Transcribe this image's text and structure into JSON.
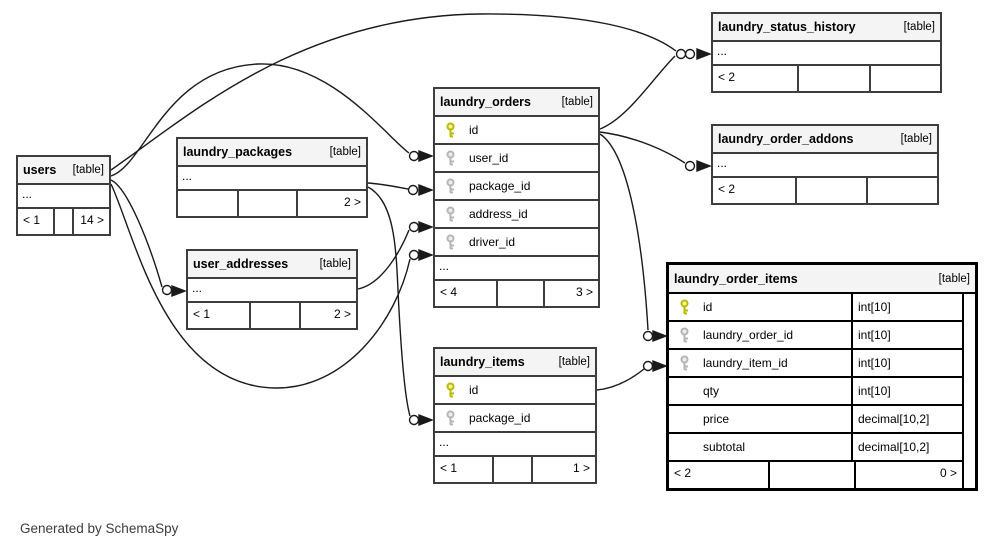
{
  "page": {
    "caption": "Generated by SchemaSpy"
  },
  "colors": {
    "primary_key": "#e0e000",
    "primary_key_stroke": "#8f8f00",
    "foreign_key": "#d9d9d9",
    "foreign_key_stroke": "#8f8f8f",
    "border": "#3d3d3d",
    "focus_border": "#000000",
    "header_bg": "#f4f4f4",
    "edge": "#1a1a1a"
  },
  "tables": {
    "users": {
      "name": "users",
      "tag": "[table]",
      "ellipsis": "...",
      "footer": [
        "< 1",
        "",
        "14 >"
      ]
    },
    "laundry_packages": {
      "name": "laundry_packages",
      "tag": "[table]",
      "ellipsis": "...",
      "footer": [
        "",
        "",
        "2 >"
      ]
    },
    "user_addresses": {
      "name": "user_addresses",
      "tag": "[table]",
      "ellipsis": "...",
      "footer": [
        "< 1",
        "",
        "2 >"
      ]
    },
    "laundry_orders": {
      "name": "laundry_orders",
      "tag": "[table]",
      "ellipsis": "...",
      "footer": [
        "< 4",
        "",
        "3 >"
      ],
      "columns": [
        {
          "icon": "primary-key",
          "name": "id"
        },
        {
          "icon": "foreign-key",
          "name": "user_id"
        },
        {
          "icon": "foreign-key",
          "name": "package_id"
        },
        {
          "icon": "foreign-key",
          "name": "address_id"
        },
        {
          "icon": "foreign-key",
          "name": "driver_id"
        }
      ]
    },
    "laundry_items": {
      "name": "laundry_items",
      "tag": "[table]",
      "ellipsis": "...",
      "footer": [
        "< 1",
        "",
        "1 >"
      ],
      "columns": [
        {
          "icon": "primary-key",
          "name": "id"
        },
        {
          "icon": "foreign-key",
          "name": "package_id"
        }
      ]
    },
    "laundry_status_history": {
      "name": "laundry_status_history",
      "tag": "[table]",
      "ellipsis": "...",
      "footer": [
        "< 2",
        "",
        ""
      ]
    },
    "laundry_order_addons": {
      "name": "laundry_order_addons",
      "tag": "[table]",
      "ellipsis": "...",
      "footer": [
        "< 2",
        "",
        ""
      ]
    },
    "laundry_order_items": {
      "name": "laundry_order_items",
      "tag": "[table]",
      "footer": [
        "< 2",
        "",
        "0 >"
      ],
      "columns": [
        {
          "icon": "primary-key",
          "name": "id",
          "type": "int[10]"
        },
        {
          "icon": "foreign-key",
          "name": "laundry_order_id",
          "type": "int[10]"
        },
        {
          "icon": "foreign-key",
          "name": "laundry_item_id",
          "type": "int[10]"
        },
        {
          "icon": "none",
          "name": "qty",
          "type": "int[10]"
        },
        {
          "icon": "none",
          "name": "price",
          "type": "decimal[10,2]"
        },
        {
          "icon": "none",
          "name": "subtotal",
          "type": "decimal[10,2]"
        }
      ]
    }
  },
  "relationships": [
    {
      "from": "users",
      "to": "laundry_orders.user_id"
    },
    {
      "from": "users",
      "to": "laundry_orders.driver_id"
    },
    {
      "from": "users",
      "to": "user_addresses"
    },
    {
      "from": "users",
      "to": "laundry_status_history"
    },
    {
      "from": "laundry_packages",
      "to": "laundry_orders.package_id"
    },
    {
      "from": "laundry_packages",
      "to": "laundry_items.package_id"
    },
    {
      "from": "user_addresses",
      "to": "laundry_orders.address_id"
    },
    {
      "from": "laundry_orders",
      "to": "laundry_status_history"
    },
    {
      "from": "laundry_orders",
      "to": "laundry_order_addons"
    },
    {
      "from": "laundry_orders",
      "to": "laundry_order_items.laundry_order_id"
    },
    {
      "from": "laundry_items",
      "to": "laundry_order_items.laundry_item_id"
    }
  ]
}
